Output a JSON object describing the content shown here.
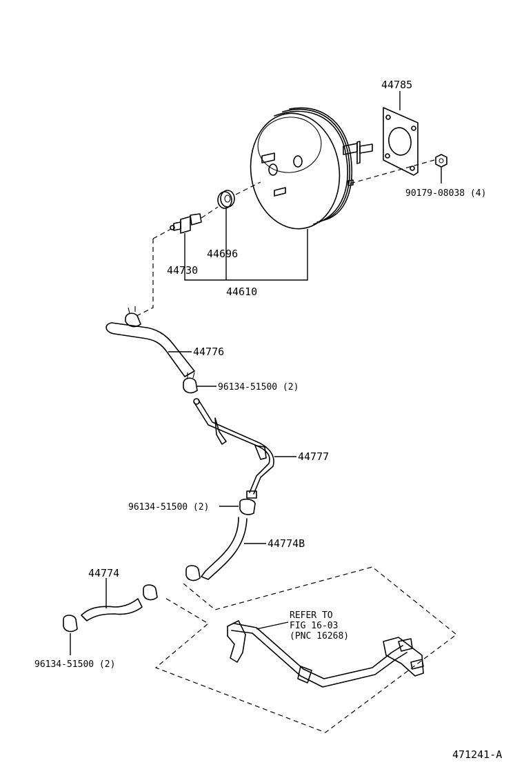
{
  "diagram_id": "471241-A",
  "parts": {
    "gasket": "44785",
    "nut": "90179-08038 (4)",
    "check_valve": "44730",
    "grommet": "44696",
    "booster_assy": "44610",
    "hose_upper": "44776",
    "clamp_upper": "96134-51500 (2)",
    "pipe": "44777",
    "clamp_mid": "96134-51500 (2)",
    "hose_mid": "44774B",
    "hose_lower": "44774",
    "clamp_lower": "96134-51500 (2)"
  },
  "refer": {
    "line1": "REFER TO",
    "line2": "FIG 16-03",
    "line3": "(PNC 16268)"
  }
}
